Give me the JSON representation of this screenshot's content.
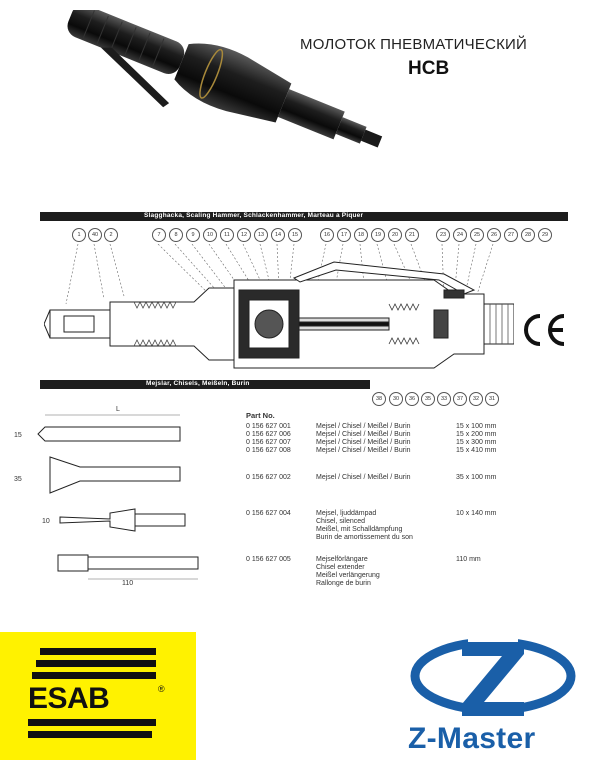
{
  "title": {
    "line1": "МОЛОТОК ПНЕВМАТИЧЕСКИЙ",
    "line2": "HCB"
  },
  "band1": "Slagghacka, Scaling Hammer, Schlackenhammer, Marteau a Piquer",
  "band2": "Mejslar, Chisels, Meißeln, Burin",
  "callouts_top": [
    "1",
    "40",
    "2",
    "7",
    "8",
    "9",
    "10",
    "11",
    "12",
    "13",
    "14",
    "15",
    "16",
    "17",
    "18",
    "19",
    "20",
    "21",
    "23",
    "24",
    "25",
    "26",
    "27",
    "28",
    "29"
  ],
  "callouts_bottom": [
    "38",
    "30",
    "36",
    "35",
    "33",
    "37",
    "32",
    "31"
  ],
  "ce": "CE",
  "dims": {
    "d15": "15",
    "d35": "35",
    "d10": "10",
    "d110": "110",
    "dL": "L"
  },
  "parts_header": "Part No.",
  "rows": [
    {
      "part": "0 156 627 001",
      "desc": "Mejsel / Chisel / Meißel / Burin",
      "size": "15 x 100 mm"
    },
    {
      "part": "0 156 627 006",
      "desc": "Mejsel / Chisel / Meißel / Burin",
      "size": "15 x 200 mm"
    },
    {
      "part": "0 156 627 007",
      "desc": "Mejsel / Chisel / Meißel / Burin",
      "size": "15 x 300 mm"
    },
    {
      "part": "0 156 627 008",
      "desc": "Mejsel / Chisel / Meißel / Burin",
      "size": "15 x 410 mm"
    },
    {
      "part": "0 156 627 002",
      "desc": "Mejsel / Chisel / Meißel / Burin",
      "size": "35 x 100 mm"
    },
    {
      "part": "0 156 627 004",
      "desc": "Mejsel, ljuddämpad",
      "desc2": "Chisel, silenced",
      "desc3": "Meißel, mit Schalldämpfung",
      "desc4": "Burin de amortissement du son",
      "size": "10 x 140 mm"
    },
    {
      "part": "0 156 627 005",
      "desc": "Mejselförlängare",
      "desc2": "Chisel extender",
      "desc3": "Meißel verlängerung",
      "desc4": "Rallonge de burin",
      "size": "110 mm"
    }
  ],
  "esab": {
    "text": "ESAB",
    "reg": "®"
  },
  "zmaster": {
    "text": "Z-Master"
  },
  "colors": {
    "esab_yellow": "#fff200",
    "zmaster_blue": "#1a5fa8",
    "band": "#1d1d1d"
  }
}
